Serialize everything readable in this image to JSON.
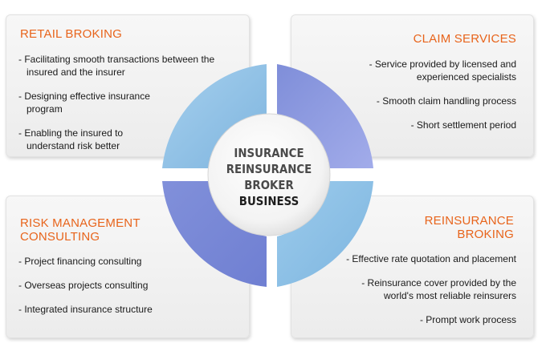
{
  "center": {
    "line1": "INSURANCE",
    "line2": "REINSURANCE",
    "line3": "BROKER",
    "line4": "BUSINESS"
  },
  "cards": {
    "retail_broking": {
      "title": "RETAIL BROKING",
      "items": [
        "- Facilitating smooth transactions between the insured and the insurer",
        "- Designing effective insurance program",
        "- Enabling the insured to understand risk better"
      ]
    },
    "claim_services": {
      "title": "CLAIM SERVICES",
      "items": [
        "- Service provided by licensed and experienced specialists",
        "- Smooth claim handling process",
        "- Short settlement period"
      ]
    },
    "risk_management": {
      "title": "RISK MANAGEMENT CONSULTING",
      "items": [
        "- Project financing consulting",
        "- Overseas projects consulting",
        "- Integrated insurance structure"
      ]
    },
    "reinsurance_broking": {
      "title": "REINSURANCE BROKING",
      "items": [
        "- Effective rate quotation and placement",
        "- Reinsurance cover provided by the world's most reliable reinsurers",
        "- Prompt work process"
      ]
    }
  },
  "colors": {
    "title_orange": "#e8641b",
    "segment_light_blue": "#8fc2e6",
    "segment_violet": "#8a97dc"
  }
}
